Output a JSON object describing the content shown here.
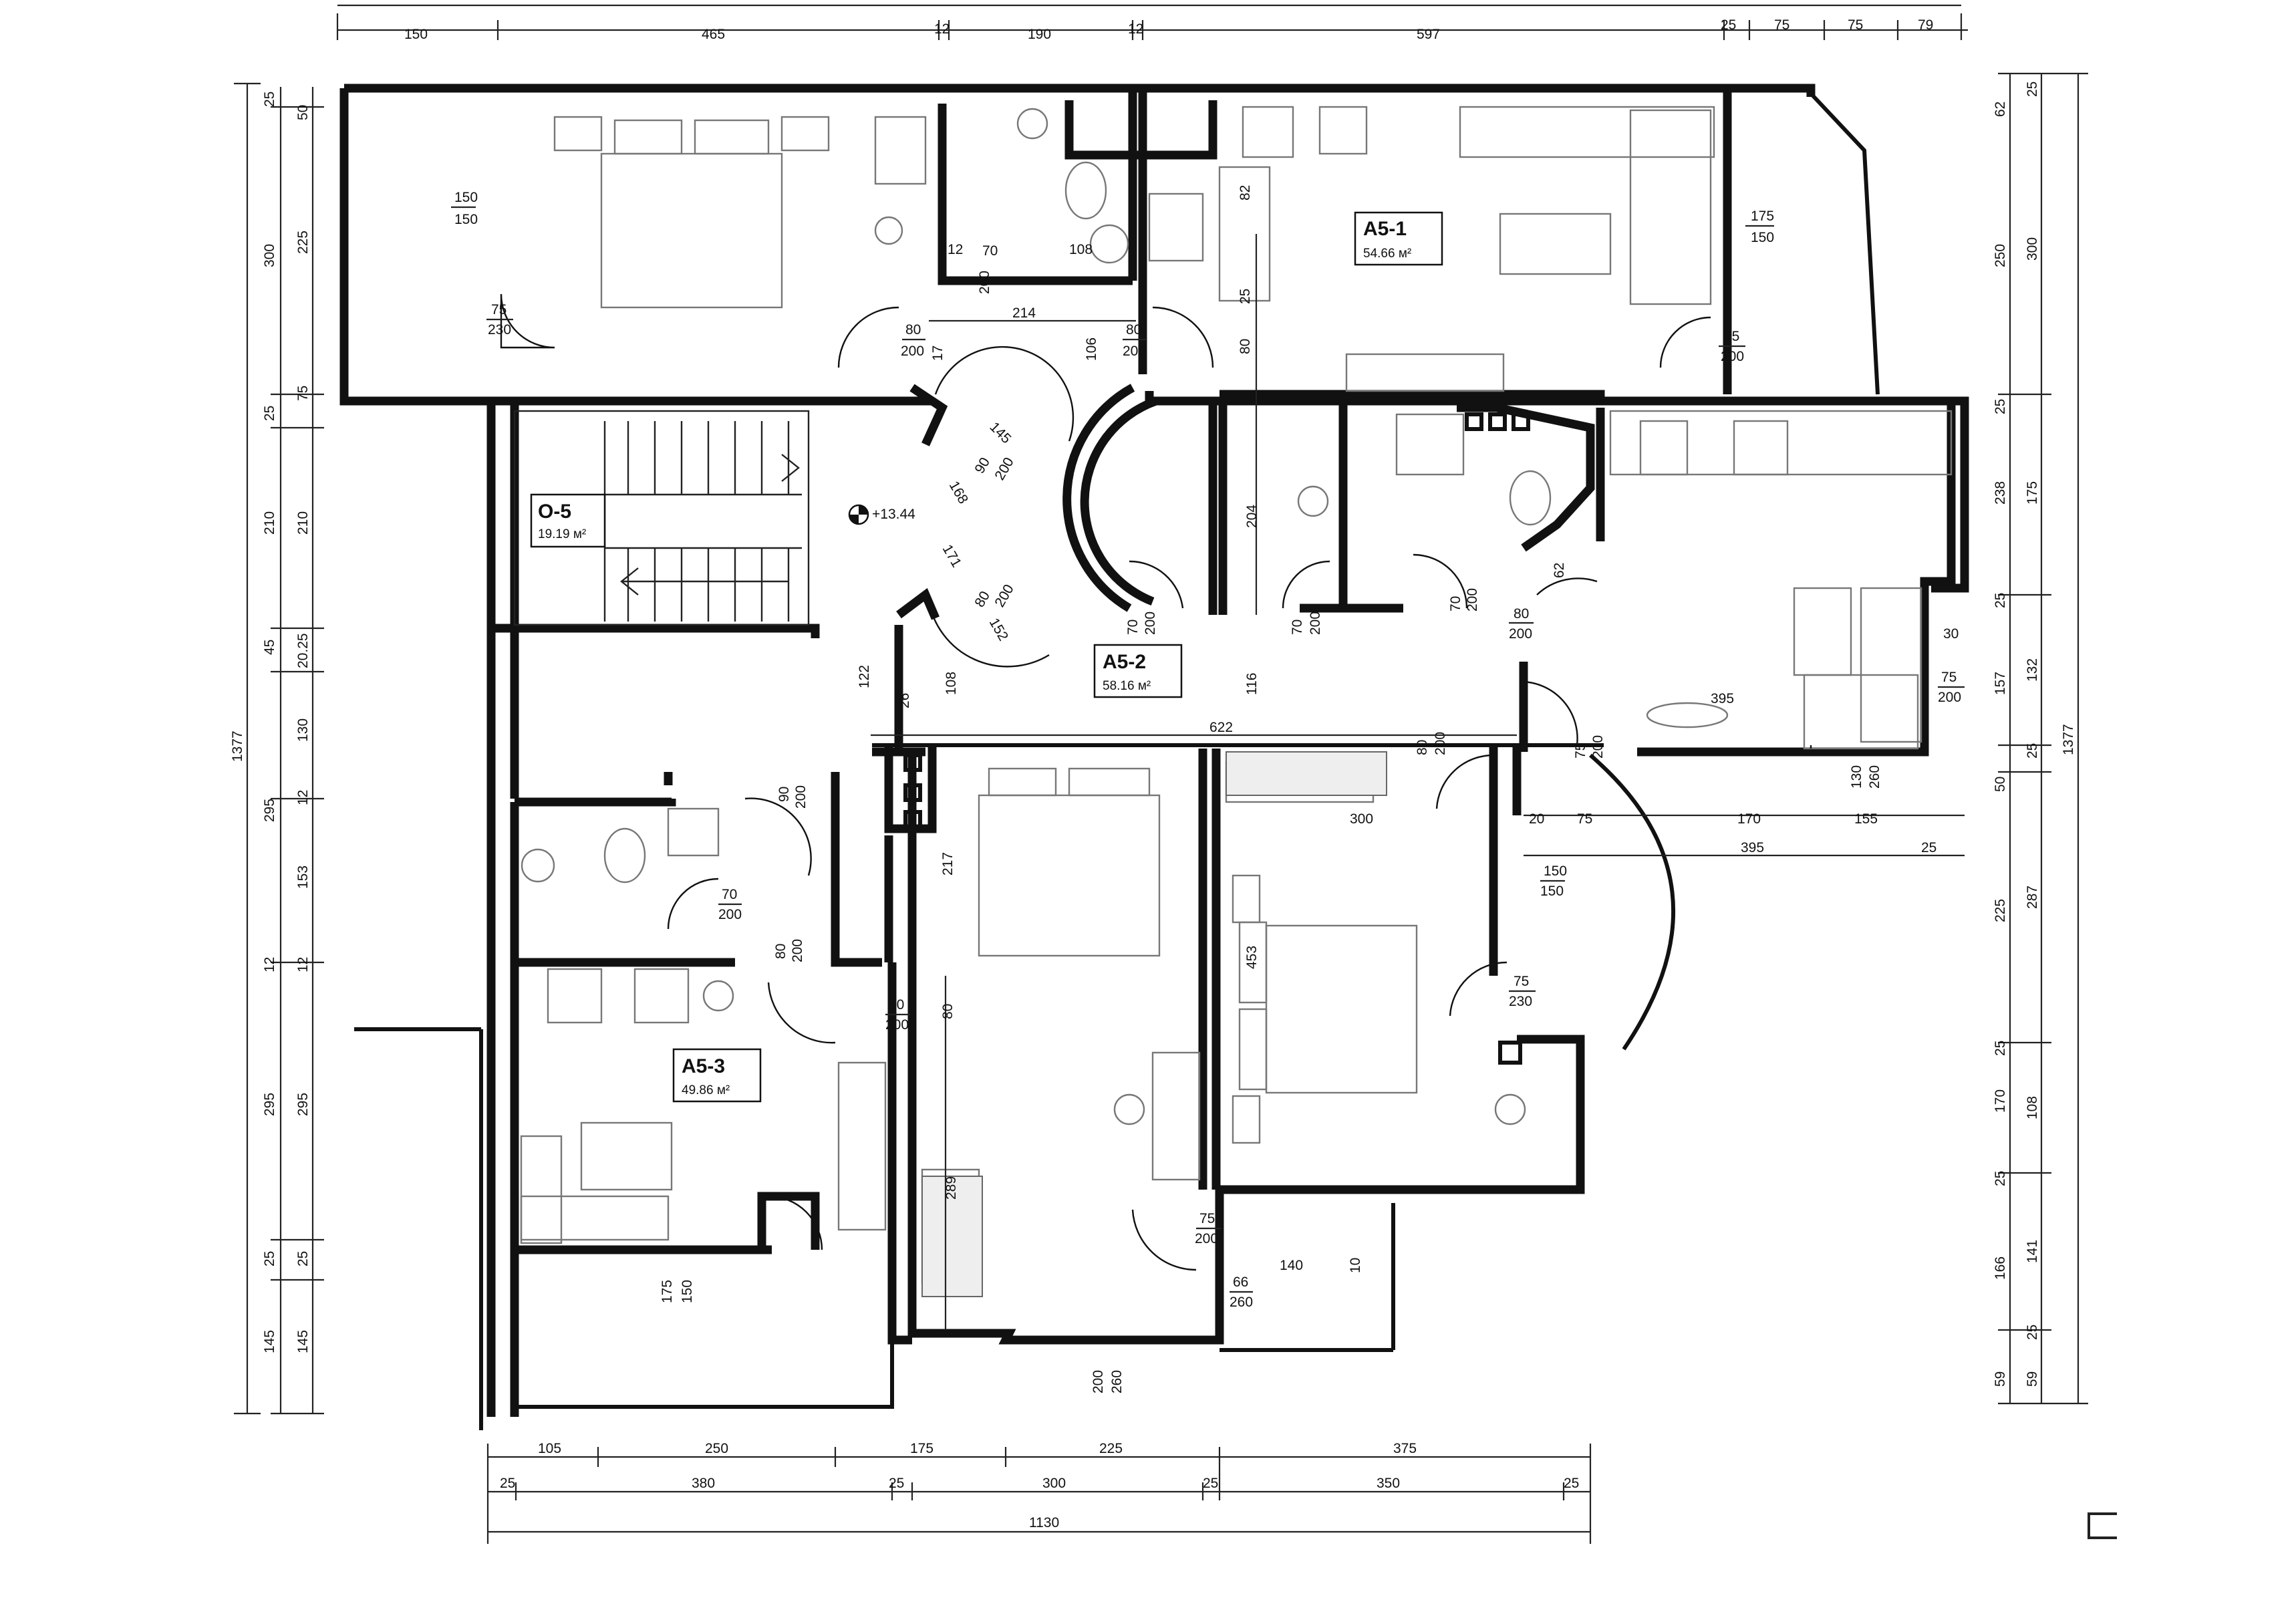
{
  "rooms": [
    {
      "id": "a51",
      "tag": "А5-1",
      "area": "54.66 м²"
    },
    {
      "id": "a52",
      "tag": "А5-2",
      "area": "58.16 м²"
    },
    {
      "id": "a53",
      "tag": "А5-3",
      "area": "49.86 м²"
    },
    {
      "id": "o5",
      "tag": "О-5",
      "area": "19.19 м²"
    }
  ],
  "level_mark": "+13.44",
  "dims": {
    "top": [
      "150",
      "465",
      "12",
      "190",
      "12",
      "597",
      "25",
      "75",
      "75",
      "79"
    ],
    "bottom1": [
      "105",
      "250",
      "175",
      "225",
      "375"
    ],
    "bottom2": [
      "25",
      "380",
      "25",
      "300",
      "25",
      "350",
      "25"
    ],
    "bottom3": [
      "1130"
    ],
    "left_outer": [
      "1377"
    ],
    "left_mid": [
      "25",
      "300",
      "25",
      "210",
      "45",
      "295",
      "12",
      "295",
      "25",
      "145"
    ],
    "left_inner": [
      "50",
      "225",
      "75",
      "210",
      "20.25",
      "130",
      "12",
      "153",
      "12",
      "295",
      "25",
      "145"
    ],
    "right_inner": [
      "62",
      "250",
      "25",
      "238",
      "25",
      "157",
      "50",
      "225",
      "25",
      "170",
      "25",
      "166",
      "59"
    ],
    "right_mid": [
      "25",
      "300",
      "175",
      "132",
      "25",
      "287",
      "108",
      "141",
      "25",
      "59"
    ],
    "right_outer": [
      "1377"
    ]
  },
  "labels": [
    {
      "k": "w1",
      "a": "150",
      "b": "150"
    },
    {
      "k": "d1",
      "a": "75",
      "b": "230"
    },
    {
      "k": "w2",
      "a": "175",
      "b": "150"
    },
    {
      "k": "d2",
      "a": "75",
      "b": "200"
    },
    {
      "k": "d3",
      "a": "70",
      "b": "200"
    },
    {
      "k": "d4",
      "a": "80",
      "b": "200"
    },
    {
      "k": "d5",
      "a": "80",
      "b": "200"
    },
    {
      "k": "d6",
      "a": "90",
      "b": "200"
    },
    {
      "k": "d7",
      "a": "80",
      "b": "200"
    },
    {
      "k": "d8",
      "a": "70",
      "b": "200"
    },
    {
      "k": "d9",
      "a": "70",
      "b": "200"
    },
    {
      "k": "d10",
      "a": "70",
      "b": "200"
    },
    {
      "k": "d11",
      "a": "80",
      "b": "200"
    },
    {
      "k": "d12",
      "a": "80",
      "b": "200"
    },
    {
      "k": "d13",
      "a": "75",
      "b": "200"
    },
    {
      "k": "d14",
      "a": "90",
      "b": "200"
    },
    {
      "k": "d15",
      "a": "70",
      "b": "200"
    },
    {
      "k": "d16",
      "a": "80",
      "b": "200"
    },
    {
      "k": "d17",
      "a": "80",
      "b": "200"
    },
    {
      "k": "d18",
      "a": "75",
      "b": "200"
    },
    {
      "k": "w3",
      "a": "175",
      "b": "150"
    },
    {
      "k": "w4",
      "a": "200",
      "b": "260"
    },
    {
      "k": "w5",
      "a": "66",
      "b": "260"
    },
    {
      "k": "w6",
      "a": "130",
      "b": "260"
    },
    {
      "k": "w7",
      "a": "150",
      "b": "150"
    },
    {
      "k": "d19",
      "a": "75",
      "b": "230"
    },
    {
      "k": "d20",
      "a": "75",
      "b": "200"
    }
  ],
  "inner_dims": [
    "214",
    "17",
    "106",
    "82",
    "25",
    "80",
    "108",
    "12",
    "145",
    "168",
    "171",
    "152",
    "204",
    "62",
    "116",
    "622",
    "122",
    "108",
    "26",
    "395",
    "30",
    "300",
    "20",
    "75",
    "170",
    "155",
    "395",
    "25",
    "217",
    "80",
    "453",
    "289",
    "140",
    "10",
    "204",
    "25",
    "30",
    "25"
  ]
}
